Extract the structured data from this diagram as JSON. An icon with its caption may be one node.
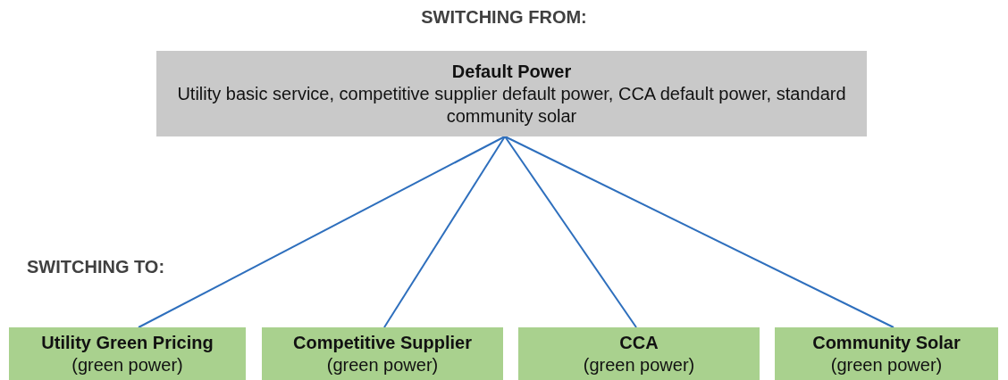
{
  "diagram": {
    "title": "SWITCHING FROM:",
    "nodes": [
      {
        "text": [
          "Default Power",
          "Utility basic service, competitive supplier default power, CCA default power, standard community solar"
        ]
      },
      {
        "text": [
          "Utility Green Pricing",
          "(green power)"
        ]
      },
      {
        "text": [
          "Competitive Supplier",
          "(green power)"
        ]
      },
      {
        "text": [
          "CCA",
          "(green power)"
        ]
      },
      {
        "text": [
          "Community Solar",
          "(green power)"
        ]
      }
    ],
    "edges": [
      {
        "from": 0,
        "to": 1,
        "arrow": "none"
      },
      {
        "from": 0,
        "to": 2,
        "arrow": "none"
      },
      {
        "from": 0,
        "to": 3,
        "arrow": "none"
      },
      {
        "from": 0,
        "to": 4,
        "arrow": "none"
      }
    ],
    "labels": [
      "SWITCHING TO:"
    ]
  }
}
